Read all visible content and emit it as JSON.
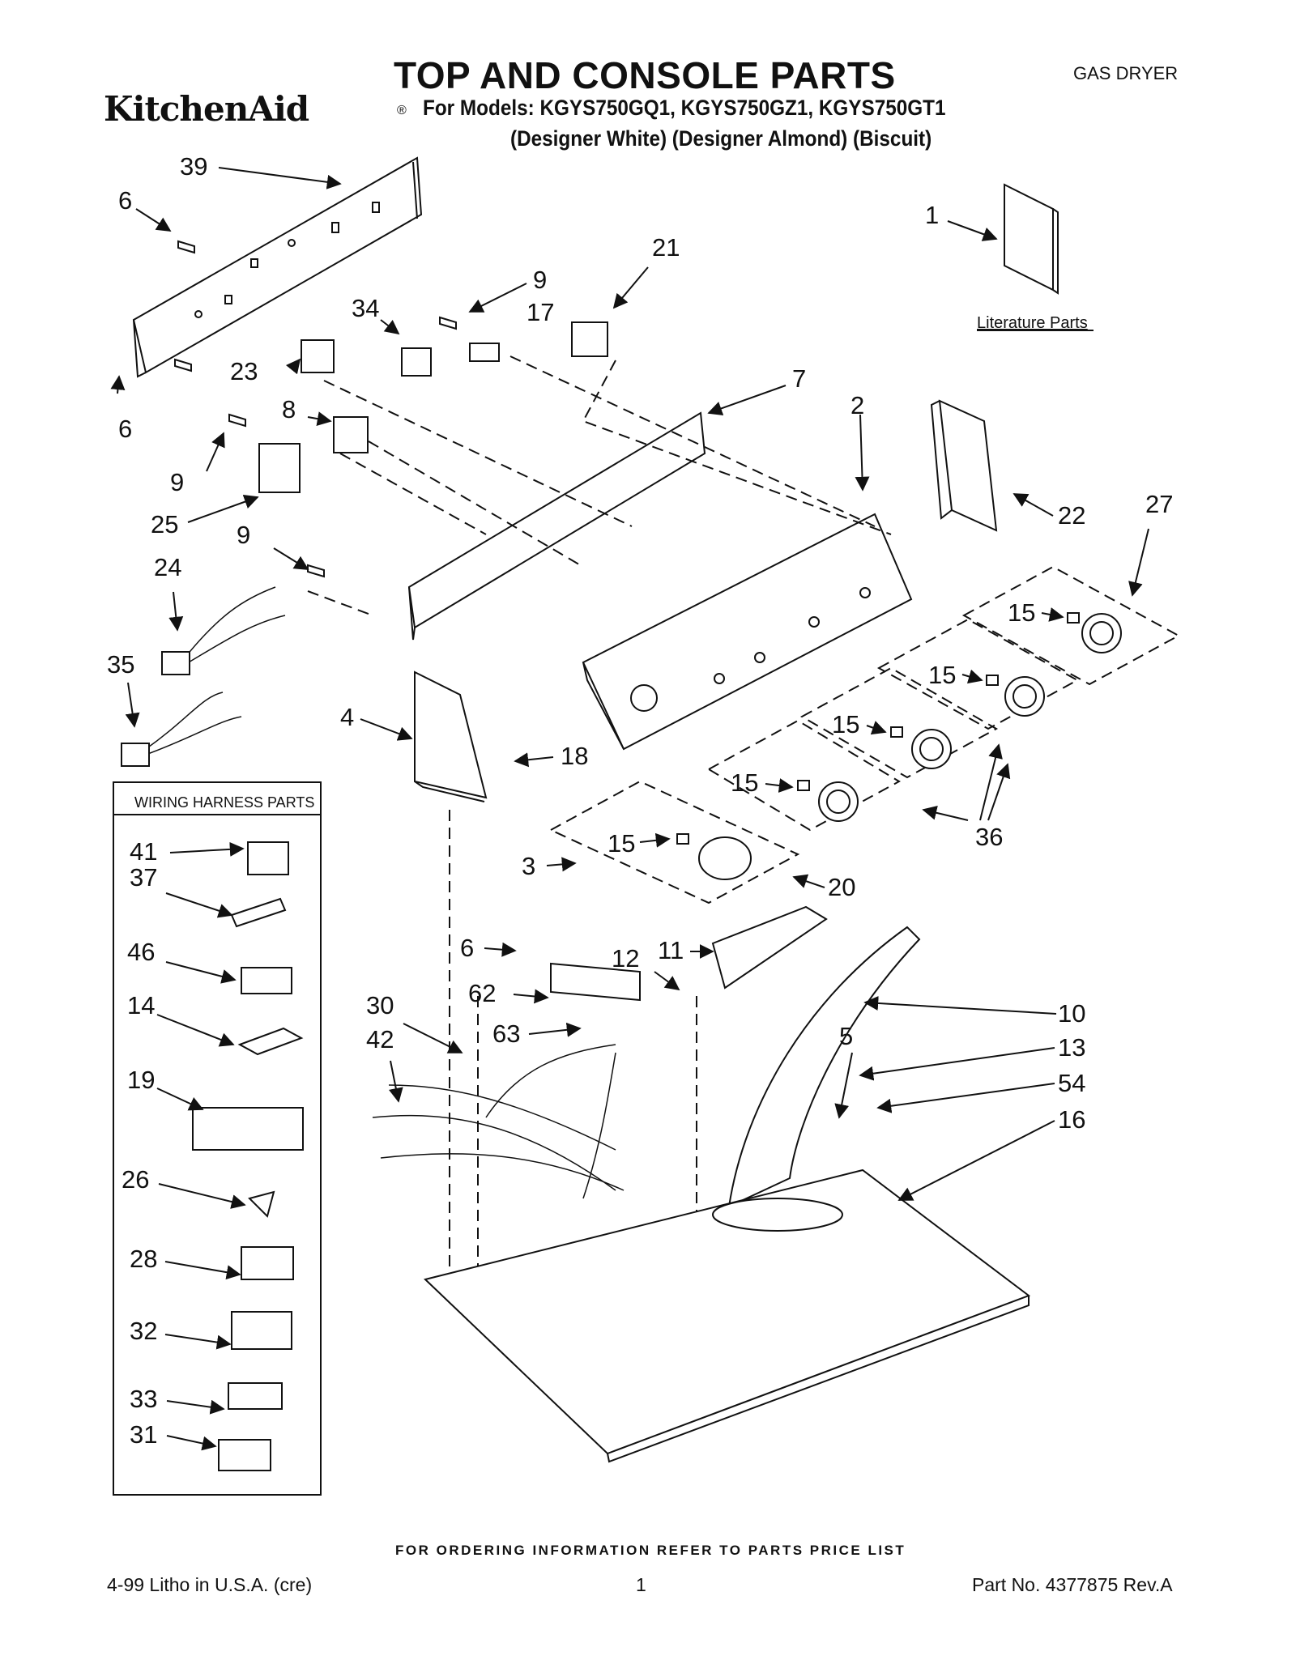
{
  "header": {
    "title": "TOP AND CONSOLE PARTS",
    "appliance_type": "GAS DRYER",
    "brand": "KitchenAid",
    "brand_mark": "®",
    "models_line": "For Models: KGYS750GQ1, KGYS750GZ1, KGYS750GT1",
    "colors_line": "(Designer White) (Designer Almond) (Biscuit)"
  },
  "labels": {
    "literature_parts": "Literature Parts",
    "wiring_harness_parts": "WIRING HARNESS PARTS"
  },
  "callouts": [
    {
      "id": "c39",
      "text": "39"
    },
    {
      "id": "c6a",
      "text": "6"
    },
    {
      "id": "c6b",
      "text": "6"
    },
    {
      "id": "c1",
      "text": "1"
    },
    {
      "id": "c21",
      "text": "21"
    },
    {
      "id": "c9a",
      "text": "9"
    },
    {
      "id": "c34",
      "text": "34"
    },
    {
      "id": "c17",
      "text": "17"
    },
    {
      "id": "c23",
      "text": "23"
    },
    {
      "id": "c7",
      "text": "7"
    },
    {
      "id": "c8",
      "text": "8"
    },
    {
      "id": "c2",
      "text": "2"
    },
    {
      "id": "c9b",
      "text": "9"
    },
    {
      "id": "c25",
      "text": "25"
    },
    {
      "id": "c22",
      "text": "22"
    },
    {
      "id": "c27",
      "text": "27"
    },
    {
      "id": "c9c",
      "text": "9"
    },
    {
      "id": "c24",
      "text": "24"
    },
    {
      "id": "c15a",
      "text": "15"
    },
    {
      "id": "c35",
      "text": "35"
    },
    {
      "id": "c15b",
      "text": "15"
    },
    {
      "id": "c4",
      "text": "4"
    },
    {
      "id": "c15c",
      "text": "15"
    },
    {
      "id": "c18",
      "text": "18"
    },
    {
      "id": "c15d",
      "text": "15"
    },
    {
      "id": "c41",
      "text": "41"
    },
    {
      "id": "c36",
      "text": "36"
    },
    {
      "id": "c37",
      "text": "37"
    },
    {
      "id": "c15e",
      "text": "15"
    },
    {
      "id": "c3",
      "text": "3"
    },
    {
      "id": "c20",
      "text": "20"
    },
    {
      "id": "c46",
      "text": "46"
    },
    {
      "id": "c6c",
      "text": "6"
    },
    {
      "id": "c11",
      "text": "11"
    },
    {
      "id": "c12",
      "text": "12"
    },
    {
      "id": "c62",
      "text": "62"
    },
    {
      "id": "c14",
      "text": "14"
    },
    {
      "id": "c30",
      "text": "30"
    },
    {
      "id": "c10",
      "text": "10"
    },
    {
      "id": "c63",
      "text": "63"
    },
    {
      "id": "c5",
      "text": "5"
    },
    {
      "id": "c42",
      "text": "42"
    },
    {
      "id": "c13",
      "text": "13"
    },
    {
      "id": "c19",
      "text": "19"
    },
    {
      "id": "c54",
      "text": "54"
    },
    {
      "id": "c16",
      "text": "16"
    },
    {
      "id": "c26",
      "text": "26"
    },
    {
      "id": "c28",
      "text": "28"
    },
    {
      "id": "c32",
      "text": "32"
    },
    {
      "id": "c33",
      "text": "33"
    },
    {
      "id": "c31",
      "text": "31"
    }
  ],
  "footer": {
    "ordering_note": "FOR ORDERING INFORMATION REFER TO PARTS PRICE LIST",
    "litho": "4-99 Litho in U.S.A. (cre)",
    "page_number": "1",
    "part_number": "Part No. 4377875 Rev.A"
  }
}
